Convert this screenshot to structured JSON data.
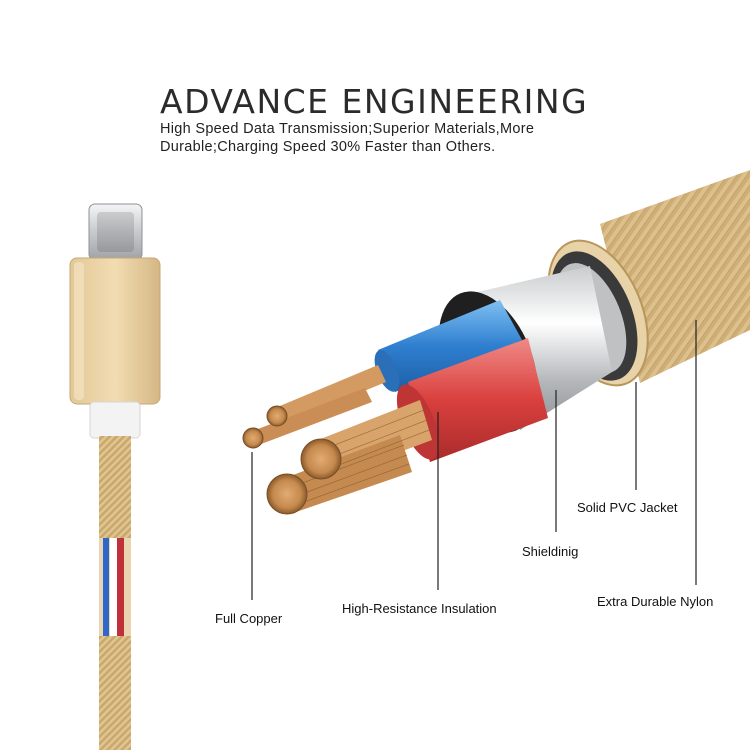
{
  "header": {
    "title": "ADVANCE ENGINEERING",
    "subtitle": "High Speed Data Transmission;Superior Materials,More Durable;Charging Speed 30% Faster than Others."
  },
  "labels": {
    "full_copper": "Full Copper",
    "insulation": "High-Resistance Insulation",
    "shielding": "Shieldinig",
    "pvc_jacket": "Solid PVC Jacket",
    "nylon": "Extra Durable Nylon"
  },
  "colors": {
    "gold": "#dcc08e",
    "gold_dark": "#b8955a",
    "copper": "#c4894d",
    "blue_wire": "#2f7fd0",
    "red_wire": "#d9403e",
    "silver": "#d9dbdd",
    "leader_line": "#222222"
  }
}
